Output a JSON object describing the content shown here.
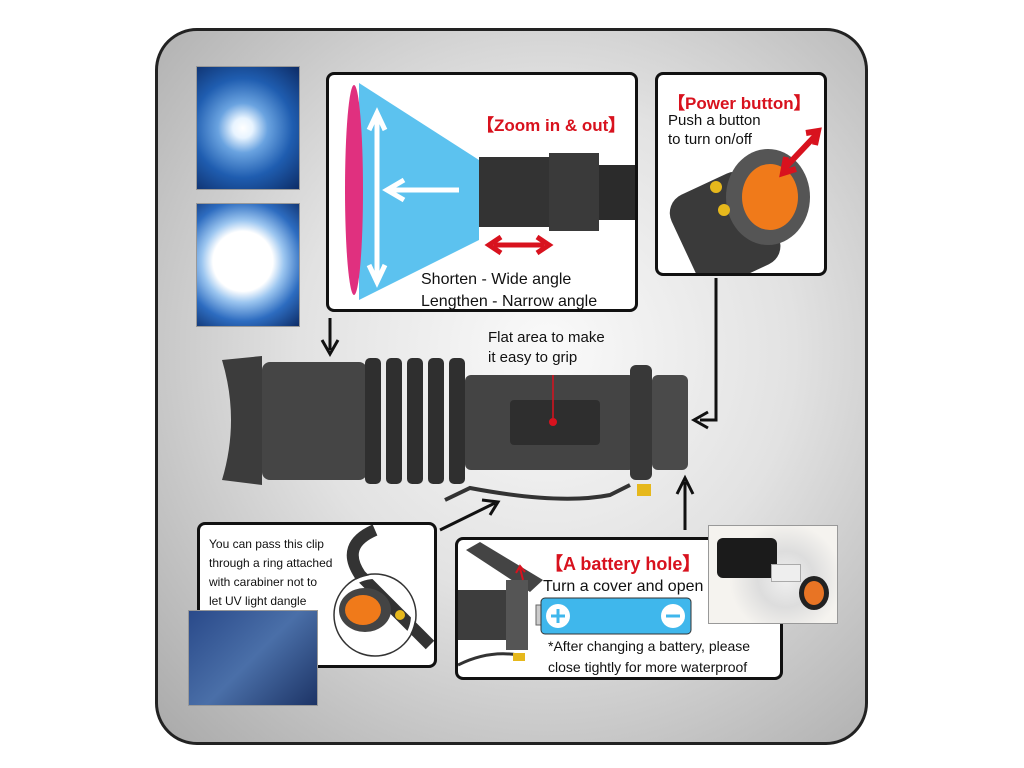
{
  "zoom": {
    "title": "【Zoom in & out】",
    "line1": "Shorten - Wide angle",
    "line2": "Lengthen - Narrow angle"
  },
  "power": {
    "title": "【Power button】",
    "line1": "Push a button",
    "line2": "to turn on/off"
  },
  "grip": {
    "line1": "Flat area to make",
    "line2": "it easy to grip"
  },
  "clip": {
    "lines": [
      "You can pass this clip",
      "through a ring attached",
      "with carabiner not to",
      "let UV light dangle"
    ]
  },
  "battery": {
    "title": "【A battery hole】",
    "line1": "Turn a cover and open",
    "note1": "*After changing a battery, please",
    "note2": "close tightly for more waterproof",
    "plus": "+",
    "minus": "−"
  },
  "colors": {
    "accent_red": "#d8121e",
    "beam_blue": "#3fb7ec",
    "lure_pink": "#e0307f",
    "orange_lens": "#f07a1a"
  }
}
